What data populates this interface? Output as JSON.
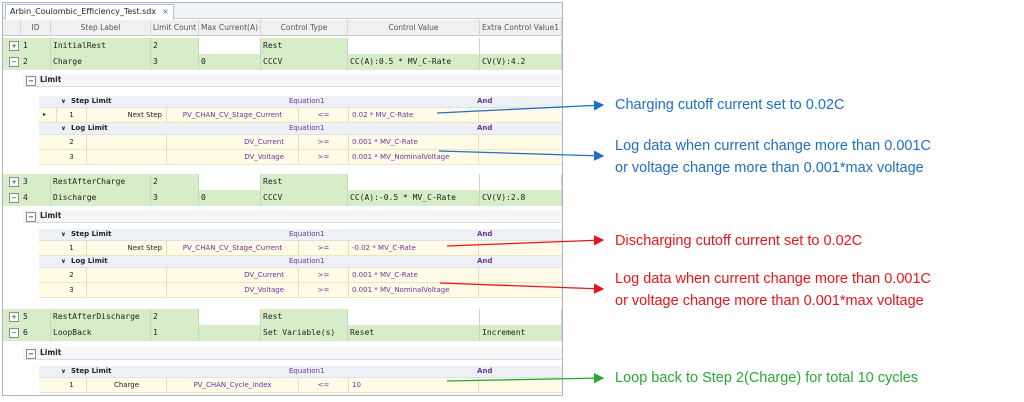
{
  "window": {
    "tab_title": "Arbin_Coulombic_Efficiency_Test.sdx",
    "tab_close": "×"
  },
  "columns": [
    "ID",
    "Step Label",
    "Limit Count",
    "Max Current(A)",
    "Control Type",
    "Control Value",
    "Extra Control Value1"
  ],
  "steps": [
    {
      "expander": "+",
      "id": "1",
      "label": "InitialRest",
      "limit_count": "2",
      "max_current": "",
      "control_type": "Rest",
      "control_value": "",
      "extra": ""
    },
    {
      "expander": "−",
      "id": "2",
      "label": "Charge",
      "limit_count": "3",
      "max_current": "0",
      "control_type": "CCCV",
      "control_value": "CC(A):0.5 * MV_C-Rate",
      "extra": "CV(V):4.2"
    },
    {
      "expander": "+",
      "id": "3",
      "label": "RestAfterCharge",
      "limit_count": "2",
      "max_current": "",
      "control_type": "Rest",
      "control_value": "",
      "extra": ""
    },
    {
      "expander": "−",
      "id": "4",
      "label": "Discharge",
      "limit_count": "3",
      "max_current": "0",
      "control_type": "CCCV",
      "control_value": "CC(A):-0.5 * MV_C-Rate",
      "extra": "CV(V):2.8"
    },
    {
      "expander": "+",
      "id": "5",
      "label": "RestAfterDischarge",
      "limit_count": "2",
      "max_current": "",
      "control_type": "Rest",
      "control_value": "",
      "extra": ""
    },
    {
      "expander": "−",
      "id": "6",
      "label": "LoopBack",
      "limit_count": "1",
      "max_current": "",
      "control_type": "Set Variable(s)",
      "control_value": "Reset",
      "extra": "Increment"
    }
  ],
  "limit_title": "Limit",
  "step_limit_label": "Step Limit",
  "log_limit_label": "Log Limit",
  "equation_label": "Equation1",
  "and_label": "And",
  "collapse_glyph": "−",
  "caret_glyph": "∨",
  "pointer_glyph": "▸",
  "limits": {
    "charge": {
      "step": {
        "idx": "1",
        "goto": "Next Step",
        "var": "PV_CHAN_CV_Stage_Current",
        "op": "<=",
        "value": "0.02 * MV_C-Rate"
      },
      "log": [
        {
          "idx": "2",
          "var": "DV_Current",
          "op": ">=",
          "value": "0.001 * MV_C-Rate"
        },
        {
          "idx": "3",
          "var": "DV_Voltage",
          "op": ">=",
          "value": "0.001 * MV_NominalVoltage"
        }
      ]
    },
    "discharge": {
      "step": {
        "idx": "1",
        "goto": "Next Step",
        "var": "PV_CHAN_CV_Stage_Current",
        "op": ">=",
        "value": "-0.02 * MV_C-Rate"
      },
      "log": [
        {
          "idx": "2",
          "var": "DV_Current",
          "op": ">=",
          "value": "0.001 * MV_C-Rate"
        },
        {
          "idx": "3",
          "var": "DV_Voltage",
          "op": ">=",
          "value": "0.001 * MV_NominalVoltage"
        }
      ]
    },
    "loop": {
      "step": {
        "idx": "1",
        "goto": "Charge",
        "var": "PV_CHAN_Cycle_Index",
        "op": "<=",
        "value": "10"
      }
    }
  },
  "annotations": {
    "charge_cutoff": "Charging cutoff current set to 0.02C",
    "charge_log_1": "Log data when current change more than 0.001C",
    "charge_log_2": "or voltage change more than 0.001*max voltage",
    "discharge_cutoff": "Discharging cutoff current set to 0.02C",
    "discharge_log_1": "Log data when current change more than 0.001C",
    "discharge_log_2": "or voltage change more than 0.001*max voltage",
    "loop": "Loop back to Step 2(Charge) for total 10 cycles"
  },
  "colors": {
    "blue": "#1f6fc5",
    "red": "#e8141c",
    "green": "#2aa830",
    "step_row": "#d6edc8",
    "limit_row": "#fffbe6",
    "purple": "#7030a0"
  }
}
